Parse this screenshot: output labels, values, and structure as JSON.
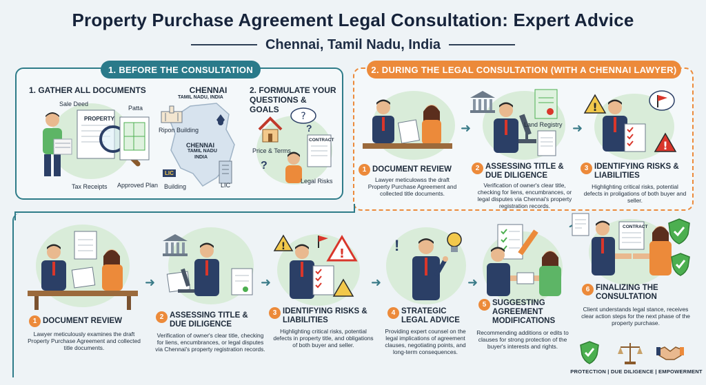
{
  "header": {
    "title": "Property Purchase Agreement Legal Consultation: Expert Advice",
    "subtitle": "Chennai, Tamil Nadu, India"
  },
  "before": {
    "section_label": "1. BEFORE THE CONSULTATION",
    "gather": {
      "heading": "1. GATHER ALL DOCUMENTS",
      "labels": {
        "sale_deed": "Sale Deed",
        "patta": "Patta",
        "property": "PROPERTY",
        "tax_receipts": "Tax Receipts",
        "approved_plan": "Approved Plan"
      }
    },
    "map": {
      "heading": "CHENNAI",
      "heading_sub": "TAMIL NADU, INDIA",
      "ripon": "Ripon Building",
      "center": "CHENNAI",
      "center_sub1": "TAMIL NADU",
      "center_sub2": "INDIA",
      "lic_badge": "LIC",
      "building": "Building",
      "lic": "LIC"
    },
    "formulate": {
      "heading": "2. FORMULATE YOUR QUESTIONS & GOALS",
      "contract": "CONTRACT",
      "price_terms": "Price & Terms",
      "legal_risks": "Legal Risks"
    }
  },
  "during": {
    "section_label": "2. DURING THE LEGAL CONSULTATION (WITH A CHENNAI LAWYER)",
    "land_registry": "Land Registry",
    "steps": [
      {
        "num": "1",
        "title": "DOCUMENT REVIEW",
        "desc": "Lawyer meticulowss the draft Property Purchase Agreement and collected title documents."
      },
      {
        "num": "2",
        "title": "ASSESSING TITLE & DUE DILIGENCE",
        "desc": "Verification of owner's clear title, checking for liens, encumbrances, or legal disputes via Chennai's property registration records."
      },
      {
        "num": "3",
        "title": "IDENTIFYING RISKS & LIABILITIES",
        "desc": "Highlighting critical risks, potential defects in proligations of both buyer and seller."
      }
    ]
  },
  "process": {
    "steps": [
      {
        "num": "1",
        "title": "DOCUMENT REVIEW",
        "desc": "Lawyer meticulously examines the draft Property Purchase Agreement and collected title documents."
      },
      {
        "num": "2",
        "title": "ASSESSING TITLE & DUE DILIGENCE",
        "desc": "Verification of owner's clear title, checking for liens, encumbrances, or legal disputes via Chennai's property registration records."
      },
      {
        "num": "3",
        "title": "IDENTIFYING RISKS & LIABILITIES",
        "desc": "Highlighting critical risks, potential defects in property title, and obligations of both buyer and seller."
      },
      {
        "num": "4",
        "title": "STRATEGIC LEGAL ADVICE",
        "desc": "Providing expert counsel on the legal implications of agreement clauses, negotiating points, and long-term consequences."
      },
      {
        "num": "5",
        "title": "SUGGESTING AGREEMENT MODIFICATIONS",
        "desc": "Recommending additions or edits to clauses for strong protection of the buyer's interests and rights."
      },
      {
        "num": "6",
        "title": "FINALIZING THE CONSULTATION",
        "desc": "Client understands legal stance, receives clear action steps for the next phase of the property purchase."
      }
    ],
    "contract_label": "CONTRACT"
  },
  "footer": {
    "tagline": "PROTECTION | DUE DILIGENCE | EMPOWERMENT"
  },
  "colors": {
    "teal": "#2a7a8a",
    "orange": "#ec8a3a",
    "navy": "#2b3f66",
    "green": "#4caf50",
    "red": "#d9362b",
    "blob": "#d9ecd9"
  }
}
